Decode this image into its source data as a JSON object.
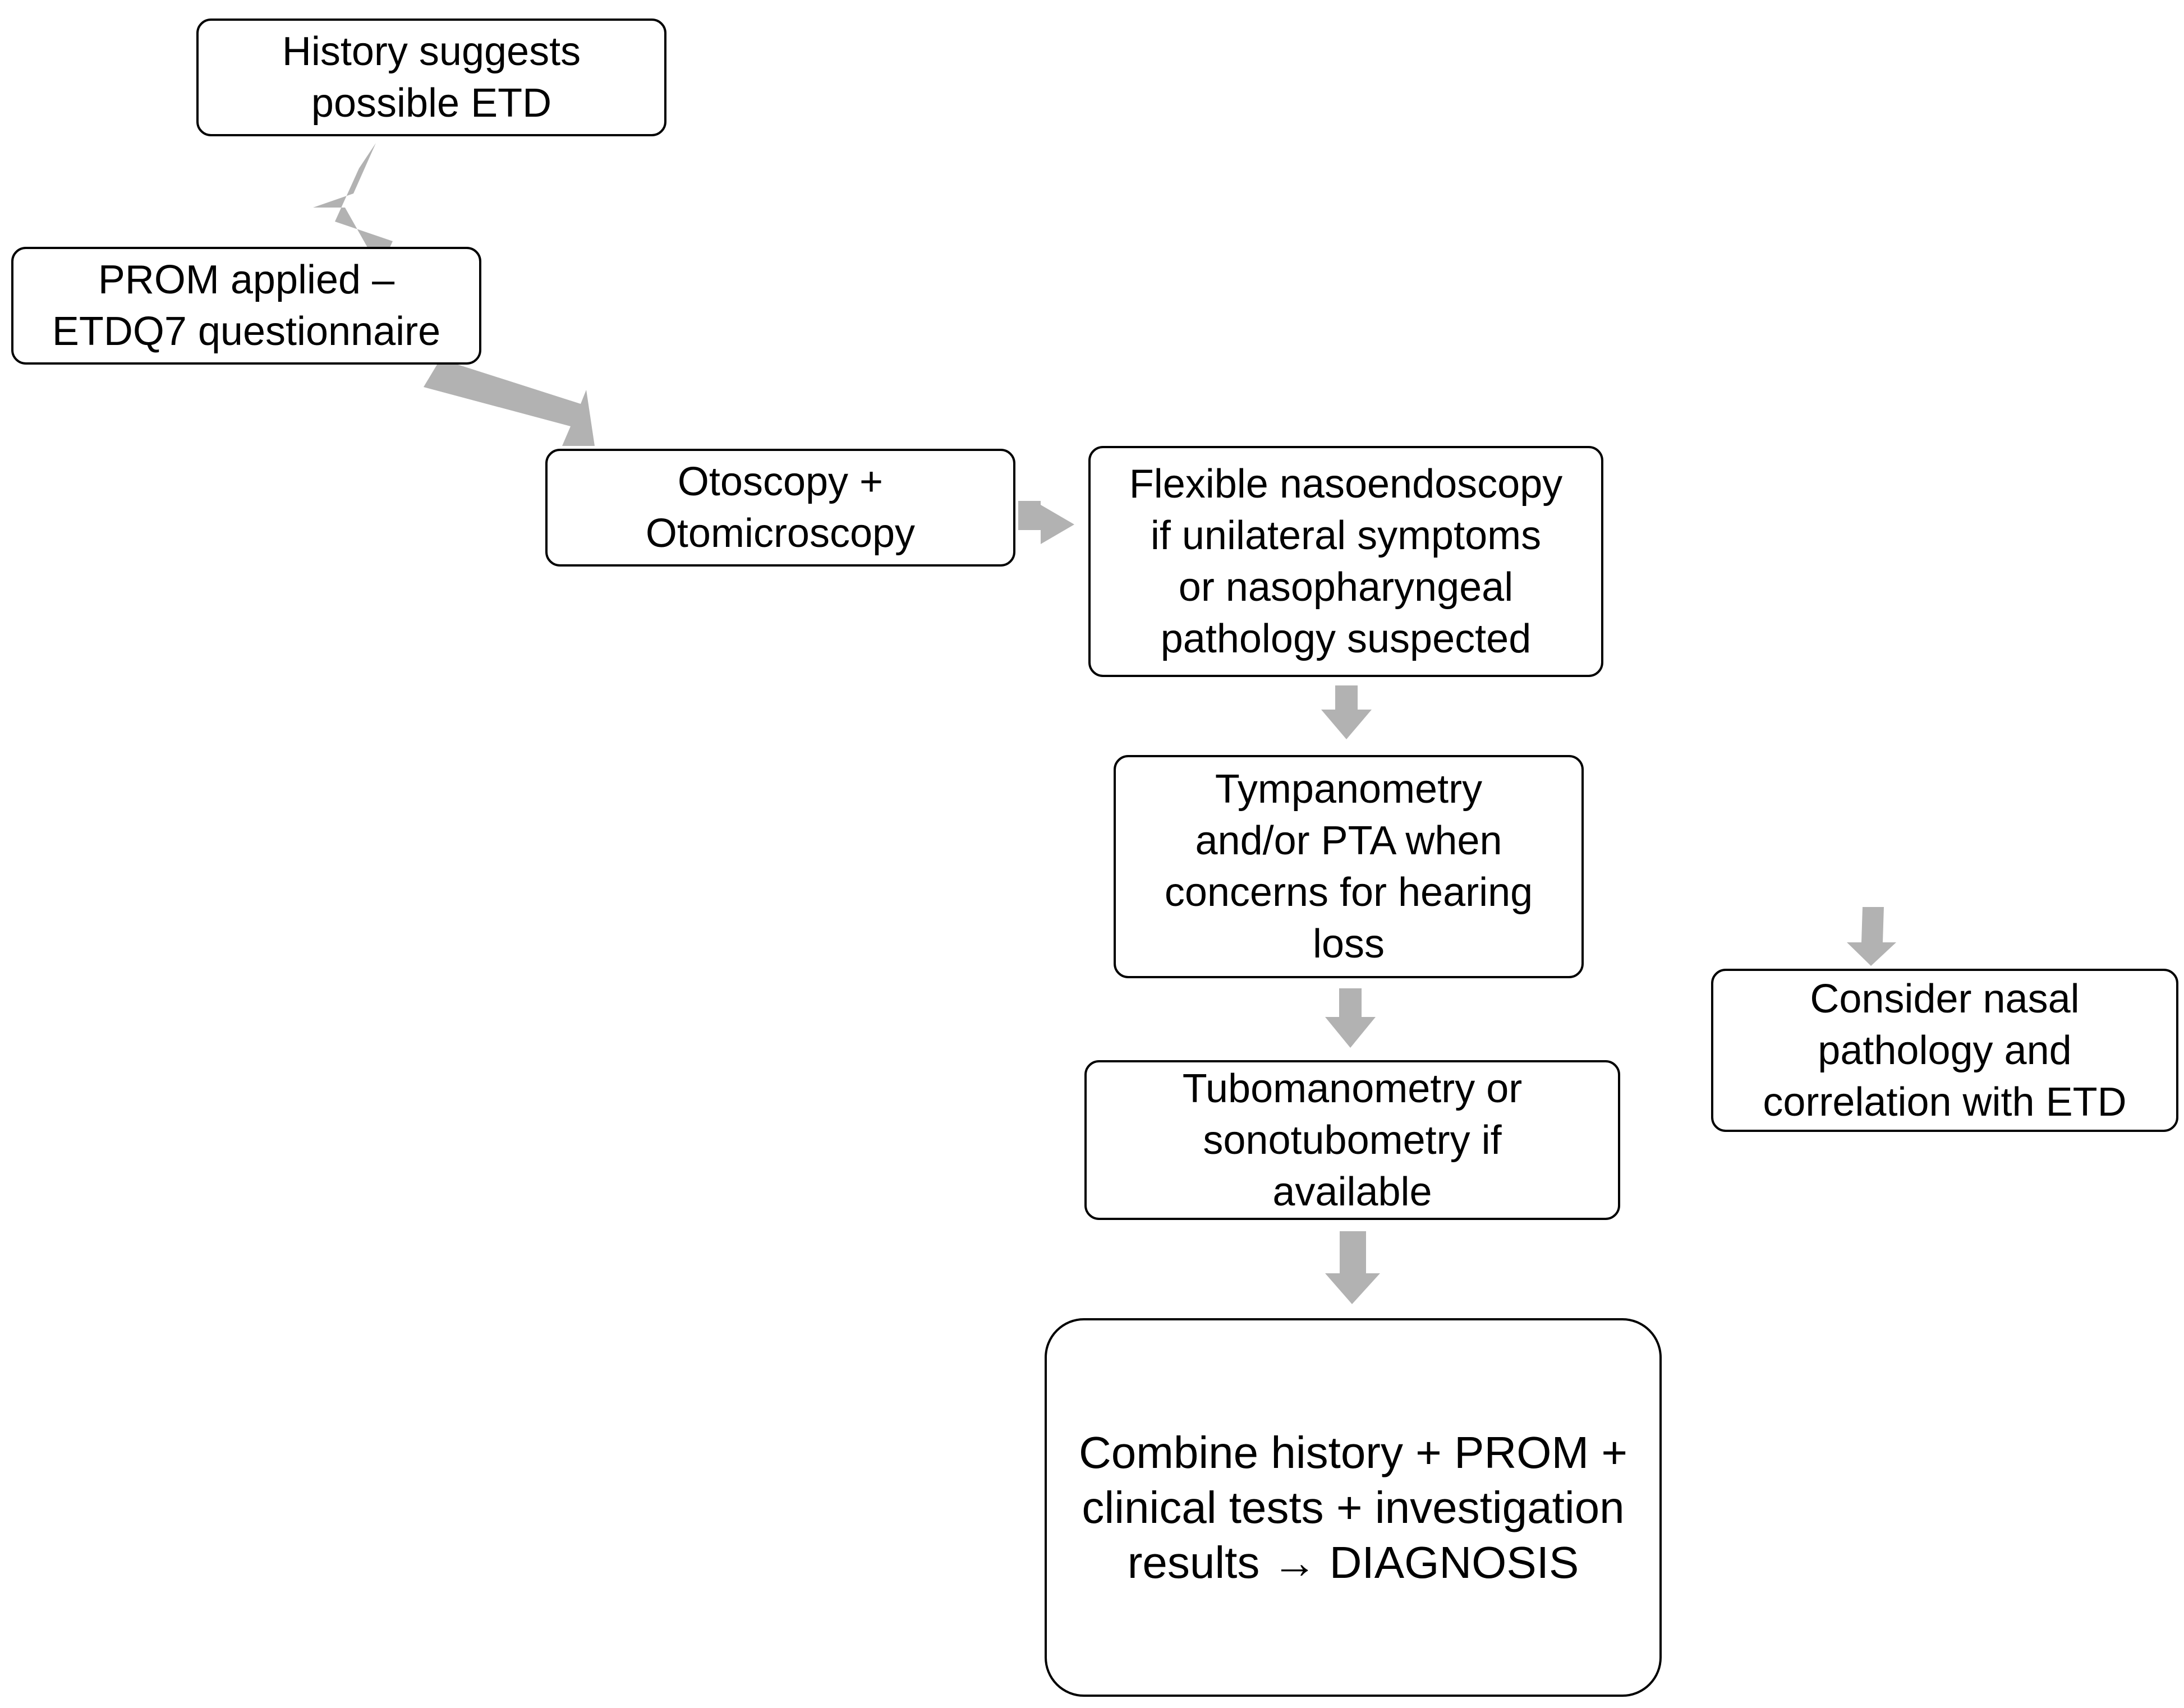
{
  "diagram": {
    "arrow_color": "#b2b2b2",
    "border_color": "#000000",
    "nodes": {
      "history": "History suggests\npossible ETD",
      "prom": "PROM applied –\nETDQ7 questionnaire",
      "otoscopy": "Otoscopy +\nOtomicroscopy",
      "nasoendoscopy": "Flexible nasoendoscopy\nif unilateral symptoms\nor nasopharyngeal\npathology suspected",
      "tympanometry": "Tympanometry\nand/or PTA when\nconcerns for hearing\nloss",
      "tubomanometry": "Tubomanometry or\nsonotubometry if\navailable",
      "nasal": "Consider nasal\npathology and\ncorrelation with ETD",
      "diagnosis": "Combine history + PROM +\nclinical tests + investigation\nresults → DIAGNOSIS"
    }
  }
}
